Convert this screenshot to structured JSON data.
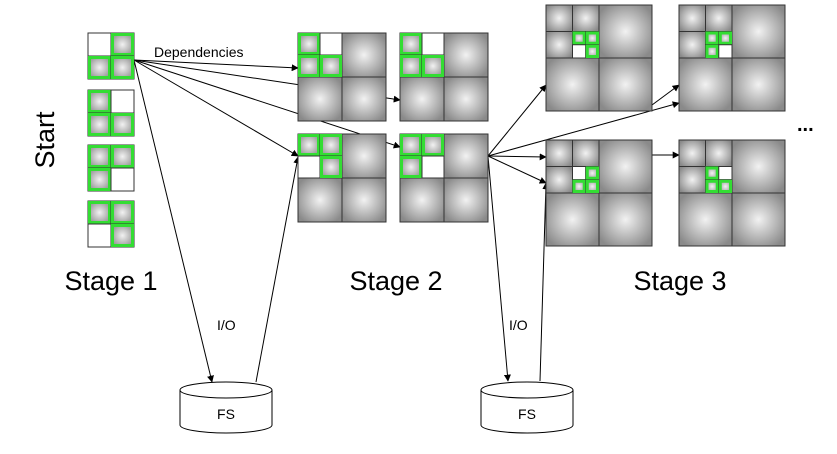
{
  "labels": {
    "start": "Start",
    "dependencies": "Dependencies",
    "io_left": "I/O",
    "io_right": "I/O",
    "ellipsis": "...",
    "stages": [
      "Stage 1",
      "Stage 2",
      "Stage 3"
    ],
    "fs": [
      "FS",
      "FS"
    ]
  },
  "colors": {
    "highlight": "#33dd33",
    "tile_outline": "#333333",
    "arrow": "#000000",
    "gradient_center": "#f2f2f2",
    "gradient_edge": "#8a8a8a"
  }
}
